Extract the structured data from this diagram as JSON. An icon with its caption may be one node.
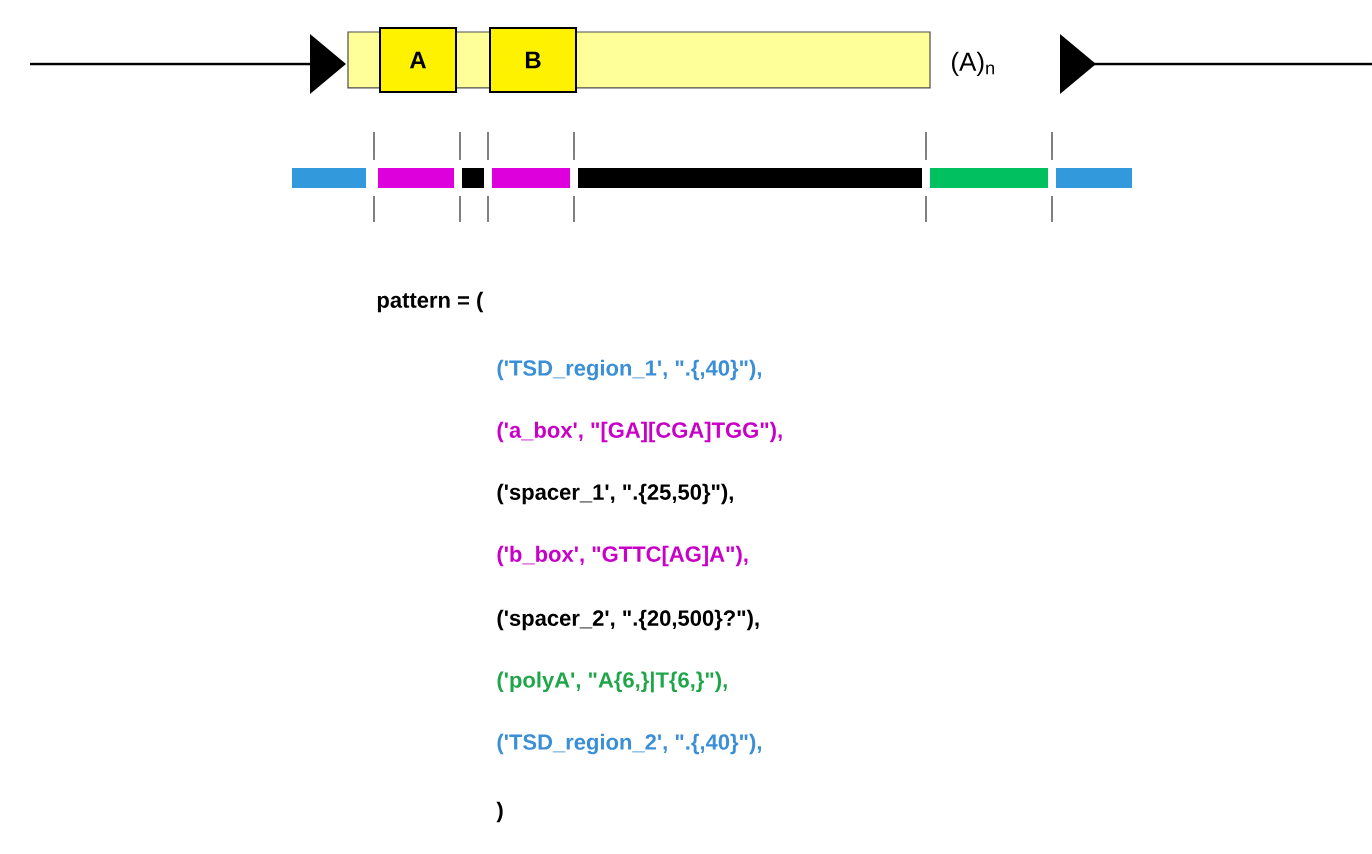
{
  "diagram": {
    "nodes": [
      {
        "text": [],
        "shape": "box"
      },
      {
        "text": [
          "A"
        ],
        "in": 0
      },
      {
        "text": [
          "B"
        ],
        "in": 0
      }
    ],
    "edges": [],
    "labels": [
      "(A)$_{n}$",
      "pattern = (",
      "('TSD_region_1', \".{,40}\"),",
      "('a_box', \"[GA][CGA]TGG\"),",
      "('spacer_1', \".{25,50}\"),",
      "('b_box', \"GTTC[AG]A\"),",
      "('spacer_2', \".{20,500}?\"),",
      "('polyA',  \"A{6,}|T{6,}\"),",
      "('TSD_region_2', \".{,40}\"),",
      ")"
    ]
  }
}
